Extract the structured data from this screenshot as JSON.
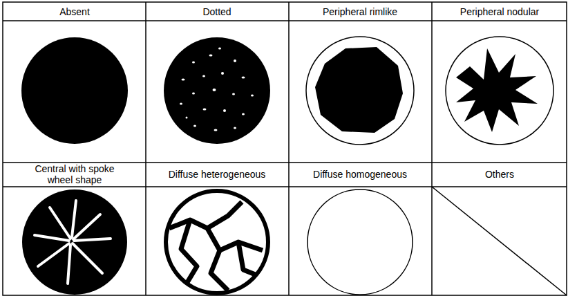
{
  "diagram": {
    "labels": [
      "Absent",
      "Dotted",
      "Peripheral rimlike",
      "Peripheral nodular",
      "Central with spoke wheel shape",
      "Diffuse heterogeneous",
      "Diffuse homogeneous",
      "Others"
    ]
  }
}
